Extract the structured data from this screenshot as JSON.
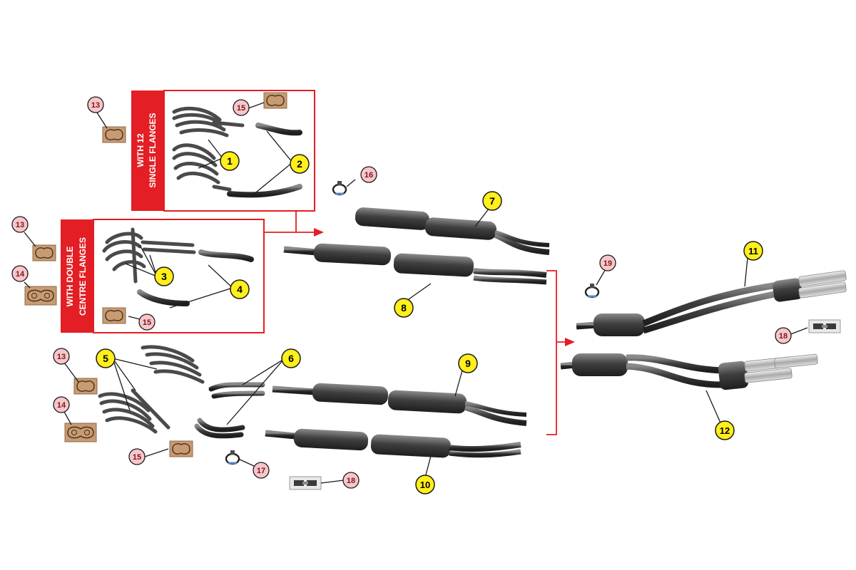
{
  "colors": {
    "frame_red": "#e31e24",
    "callout_yellow": "#ffef1a",
    "callout_pink": "#f7c6cc",
    "gasket_fill": "#c79b73",
    "pipe_dark": "#3f3f3f",
    "pipe_mid": "#6a6a6a",
    "chrome": "#c8c8c8"
  },
  "boxes": {
    "single_flanges": {
      "line1": "WITH 12",
      "line2": "SINGLE FLANGES"
    },
    "double_flanges": {
      "line1": "WITH DOUBLE",
      "line2": "CENTRE FLANGES"
    }
  },
  "callouts_yellow": [
    "1",
    "2",
    "3",
    "4",
    "5",
    "6",
    "7",
    "8",
    "9",
    "10",
    "11",
    "12"
  ],
  "callouts_pink": {
    "gasket_a": "13",
    "gasket_b": "14",
    "gasket_c": "15",
    "clamp_a": "16",
    "clamp_b": "17",
    "hanger": "18",
    "clamp_c": "19"
  },
  "icons": [
    "exhaust-manifold-icon",
    "downpipe-icon",
    "silencer-icon",
    "tailpipe-icon",
    "gasket-icon",
    "clamp-icon",
    "hanger-icon",
    "arrow-icon"
  ]
}
